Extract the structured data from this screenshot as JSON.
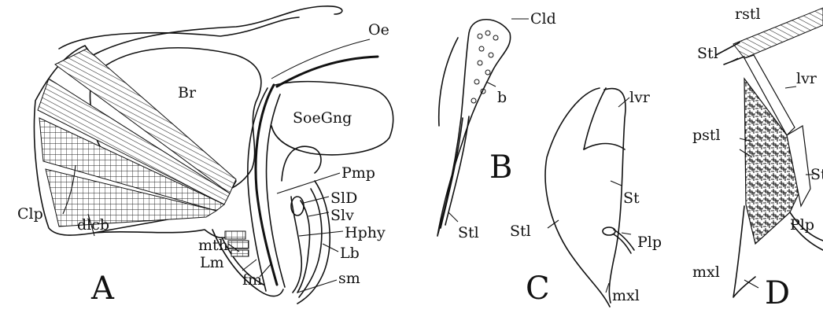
{
  "panel_a": {
    "letter": "A",
    "labels": {
      "oe": "Oe",
      "br": "Br",
      "soegng": "SoeGng",
      "pmp": "Pmp",
      "sld": "SlD",
      "slv": "Slv",
      "hphy": "Hphy",
      "lb": "Lb",
      "sm": "sm",
      "fm": "fm",
      "lm": "Lm",
      "mth": "mth",
      "dlcb": "dlcb",
      "clp": "Clp"
    }
  },
  "panel_b": {
    "letter": "B",
    "labels": {
      "cld": "Cld",
      "b": "b",
      "stl": "Stl"
    }
  },
  "panel_c": {
    "letter": "C",
    "labels": {
      "lvr": "lvr",
      "st": "St",
      "stl": "Stl",
      "plp": "Plp",
      "mxl": "mxl"
    }
  },
  "panel_d": {
    "letter": "D",
    "labels": {
      "rstl": "rstl",
      "stl": "Stl",
      "lvr": "lvr",
      "pstl": "pstl",
      "st": "St",
      "plp": "Plp",
      "mxl": "mxl"
    }
  }
}
